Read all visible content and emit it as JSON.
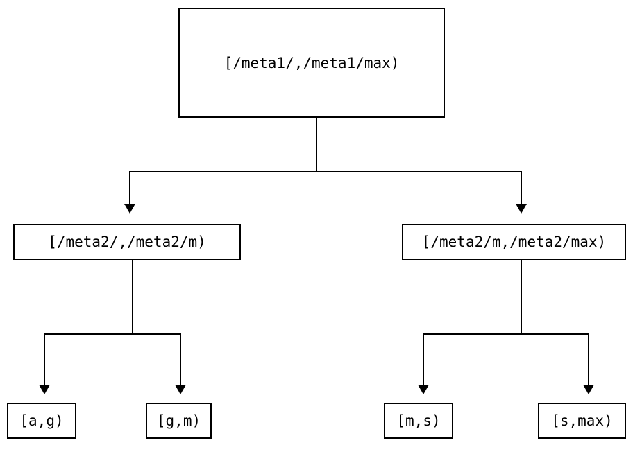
{
  "diagram": {
    "type": "tree",
    "orientation": "top-down",
    "background_color": "#ffffff",
    "line_color": "#000000",
    "text_color": "#000000",
    "nodes": {
      "root": {
        "label": "[/meta1/,/meta1/max)"
      },
      "mid_left": {
        "label": "[/meta2/,/meta2/m)"
      },
      "mid_right": {
        "label": "[/meta2/m,/meta2/max)"
      },
      "leaf_a_g": {
        "label": "[a,g)"
      },
      "leaf_g_m": {
        "label": "[g,m)"
      },
      "leaf_m_s": {
        "label": "[m,s)"
      },
      "leaf_s_max": {
        "label": "[s,max)"
      }
    }
  }
}
